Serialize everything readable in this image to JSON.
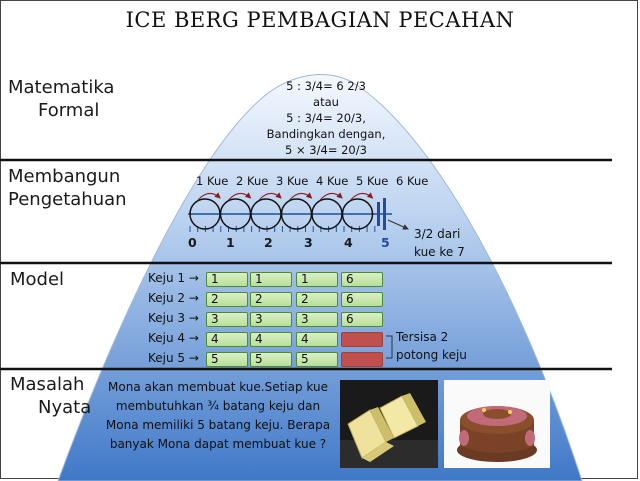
{
  "title": "ICE BERG PEMBAGIAN PECAHAN",
  "levels": {
    "formal": [
      "Matematika",
      "Formal"
    ],
    "building": [
      "Membangun",
      "Pengetahuan"
    ],
    "model": [
      "Model"
    ],
    "real": [
      "Masalah",
      "Nyata"
    ]
  },
  "formal_lines": [
    "5 : 3/4= 6 2/3",
    "atau",
    "5 : 3/4= 20/3,",
    "Bandingkan dengan,",
    "5 × 3/4= 20/3"
  ],
  "number_line": {
    "kue_labels": [
      "1 Kue",
      "2 Kue",
      "3 Kue",
      "4 Kue",
      "5 Kue",
      "6 Kue"
    ],
    "numbers": [
      "0",
      "1",
      "2",
      "3",
      "4",
      "5"
    ],
    "note": [
      "3/2 dari",
      "kue ke 7"
    ]
  },
  "model": {
    "rows": [
      {
        "label": "Keju 1 →",
        "cells": [
          "1",
          "1",
          "1",
          "6"
        ],
        "leftover": false
      },
      {
        "label": "Keju 2 →",
        "cells": [
          "2",
          "2",
          "2",
          "6"
        ],
        "leftover": false
      },
      {
        "label": "Keju 3 →",
        "cells": [
          "3",
          "3",
          "3",
          "6"
        ],
        "leftover": false
      },
      {
        "label": "Keju 4 →",
        "cells": [
          "4",
          "4",
          "4",
          ""
        ],
        "leftover": true
      },
      {
        "label": "Keju 5 →",
        "cells": [
          "5",
          "5",
          "5",
          ""
        ],
        "leftover": true
      }
    ],
    "remainder_note": [
      "Tersisa 2",
      "potong keju"
    ]
  },
  "story": "Mona akan membuat kue.Setiap kue membutuhkan ¾ batang keju dan Mona memiliki 5 batang keju. Berapa banyak Mona dapat membuat kue ?",
  "colors": {
    "ice_top": "#f4f8fe",
    "ice_bottom": "#3f78c8",
    "cell_fill": "#c6e7a8",
    "cell_border": "#4b8b38",
    "leftover": "#c0504d",
    "number_line": "#1f4e9a",
    "arc": "#8b1a1a"
  }
}
